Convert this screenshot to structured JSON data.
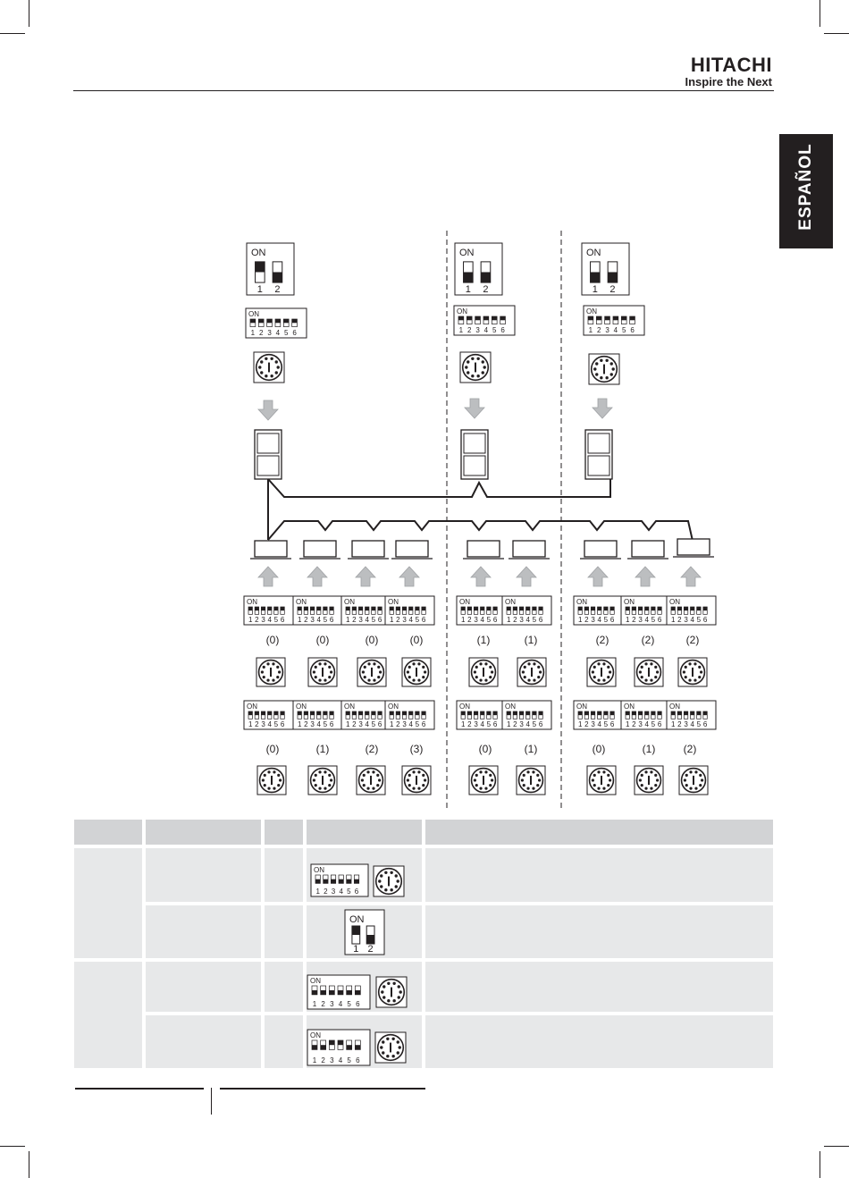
{
  "header": {
    "brand_name": "HITACHI",
    "brand_tagline": "Inspire the Next"
  },
  "language_tab": "ESPAÑOL",
  "switch_labels": {
    "on": "ON",
    "dip2_positions": [
      "1",
      "2"
    ],
    "dip6_positions": [
      "1",
      "2",
      "3",
      "4",
      "5",
      "6"
    ]
  },
  "outdoor_units": [
    {
      "dip2_state": [
        1,
        0
      ]
    },
    {
      "dip2_state": [
        0,
        0
      ]
    },
    {
      "dip2_state": [
        0,
        0
      ]
    }
  ],
  "indoor_units": {
    "upper_values": [
      "(0)",
      "(0)",
      "(0)",
      "(0)",
      "(1)",
      "(1)",
      "(2)",
      "(2)",
      "(2)"
    ],
    "lower_values": [
      "(0)",
      "(1)",
      "(2)",
      "(3)",
      "(0)",
      "(1)",
      "(0)",
      "(1)",
      "(2)"
    ]
  },
  "colors": {
    "ink": "#231f20",
    "table_header": "#d2d3d5",
    "table_cell": "#e7e8e9",
    "arrow_fill": "#bcbec0"
  }
}
